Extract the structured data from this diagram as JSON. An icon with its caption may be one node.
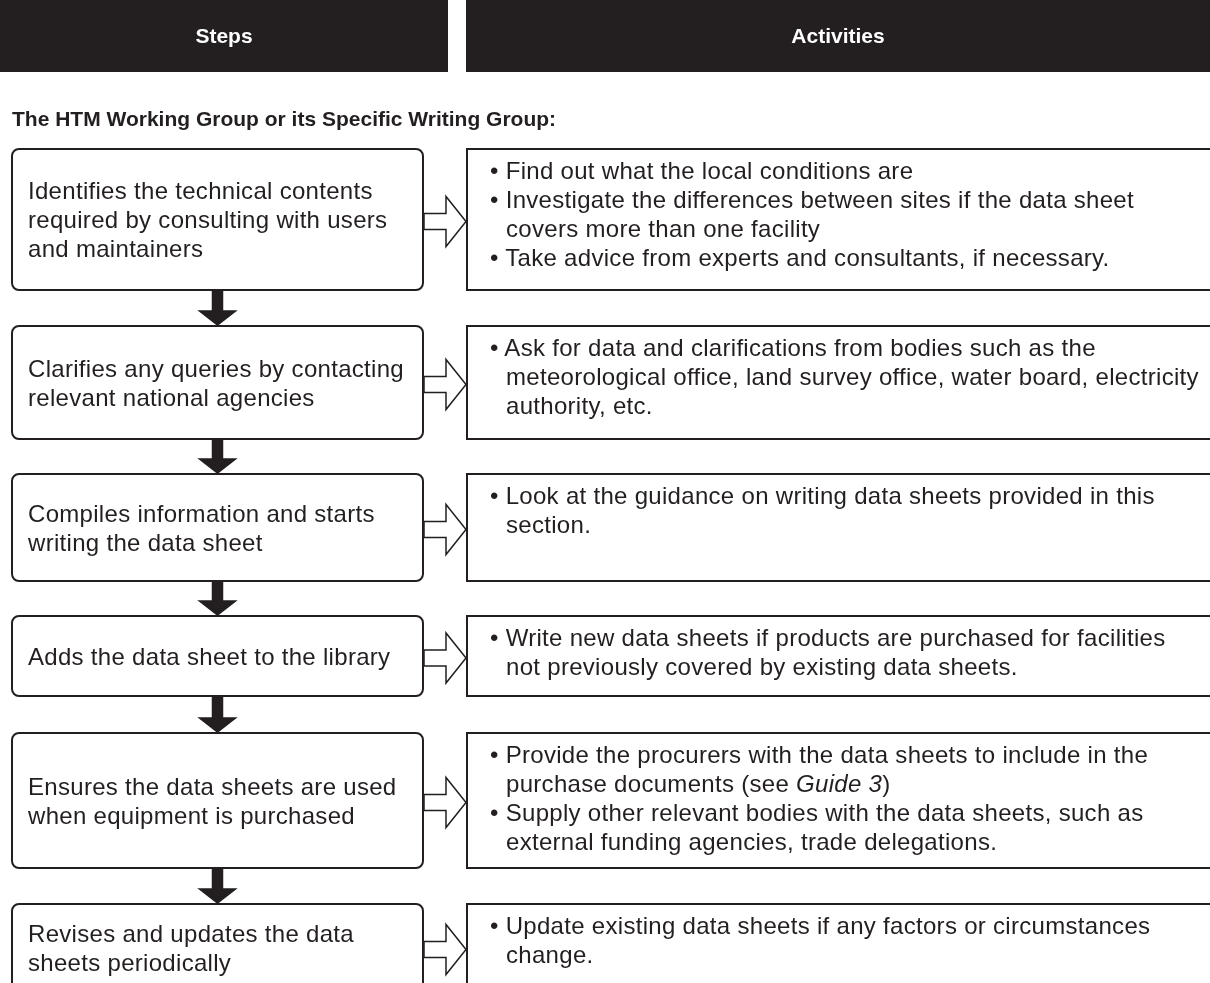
{
  "diagram": {
    "nodes": [
      {
        "text": [
          "Steps"
        ]
      },
      {
        "text": [
          "Activities"
        ]
      },
      {
        "text": [
          "Identifies the technical contents required by consulting with users and maintainers"
        ]
      },
      {
        "text": [
          "• Find out what the local conditions are",
          "• Investigate the differences between sites if the data sheet covers more than one facility",
          "• Take advice from experts and consultants, if necessary."
        ]
      },
      {
        "text": [
          "Clarifies any queries by contacting relevant national agencies"
        ]
      },
      {
        "text": [
          "• Ask for data and clarifications from bodies such as the meteorological office, land survey office, water board, electricity authority, etc."
        ]
      },
      {
        "text": [
          "Compiles information and starts writing the data sheet"
        ]
      },
      {
        "text": [
          "• Look at the guidance on writing data sheets provided in this section."
        ]
      },
      {
        "text": [
          "Adds the data sheet to the library"
        ]
      },
      {
        "text": [
          "• Write new data sheets if products are purchased for facilities not previously covered by existing data sheets."
        ]
      },
      {
        "text": [
          "Ensures the data sheets are used when equipment is purchased"
        ]
      },
      {
        "text": [
          "• Provide the procurers with the data sheets to include in the purchase documents (see *Guide 3*)",
          "• Supply other relevant bodies with the data sheets, such as external funding agencies, trade delegations."
        ]
      },
      {
        "text": [
          "Revises and updates the data sheets periodically"
        ]
      },
      {
        "text": [
          "• Update existing data sheets if any factors or circumstances change."
        ]
      }
    ],
    "edges": [
      {
        "from": 2,
        "to": 3,
        "arrow": "to"
      },
      {
        "from": 2,
        "to": 4,
        "arrow": "to",
        "style": "thick"
      },
      {
        "from": 4,
        "to": 5,
        "arrow": "to"
      },
      {
        "from": 4,
        "to": 6,
        "arrow": "to",
        "style": "thick"
      },
      {
        "from": 6,
        "to": 7,
        "arrow": "to"
      },
      {
        "from": 6,
        "to": 8,
        "arrow": "to",
        "style": "thick"
      },
      {
        "from": 8,
        "to": 9,
        "arrow": "to"
      },
      {
        "from": 8,
        "to": 10,
        "arrow": "to",
        "style": "thick"
      },
      {
        "from": 10,
        "to": 11,
        "arrow": "to"
      },
      {
        "from": 10,
        "to": 12,
        "arrow": "to",
        "style": "thick"
      },
      {
        "from": 12,
        "to": 13,
        "arrow": "to"
      }
    ],
    "labels": [
      "The HTM Working Group or its Specific Writing Group:"
    ]
  }
}
